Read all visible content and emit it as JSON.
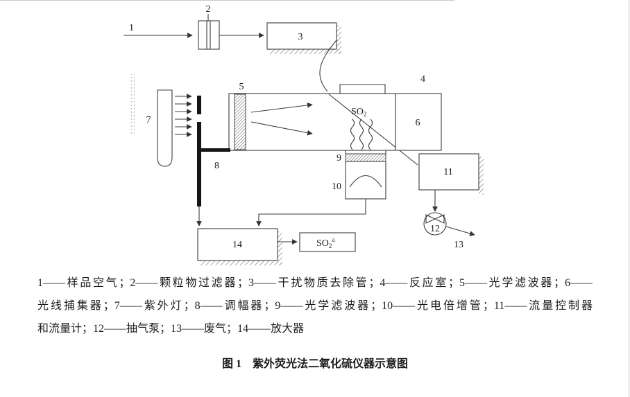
{
  "figure": {
    "caption": "图 1　紫外荧光法二氧化硫仪器示意图"
  },
  "legend": {
    "lines": [
      "1——样品空气；2——颗粒物过滤器；3——干扰物质去除管；4——反应室；5——光学滤波器；6——",
      "光线捕集器；7——紫外灯；8——调幅器；9——光学滤波器；10——光电倍增管；11——流量控制器",
      "和流量计；12——抽气泵；13——废气；14——放大器"
    ]
  },
  "diagram": {
    "labels": {
      "n1": "1",
      "n2": "2",
      "n3": "3",
      "n4": "4",
      "n5": "5",
      "n6": "6",
      "n7": "7",
      "n8": "8",
      "n9": "9",
      "n10": "10",
      "n11": "11",
      "n12": "12",
      "n13": "13",
      "n14": "14"
    },
    "chamber_gas": {
      "base": "SO",
      "sub": "2"
    },
    "output_signal": {
      "base": "SO",
      "sub": "2",
      "sup": "a"
    }
  }
}
